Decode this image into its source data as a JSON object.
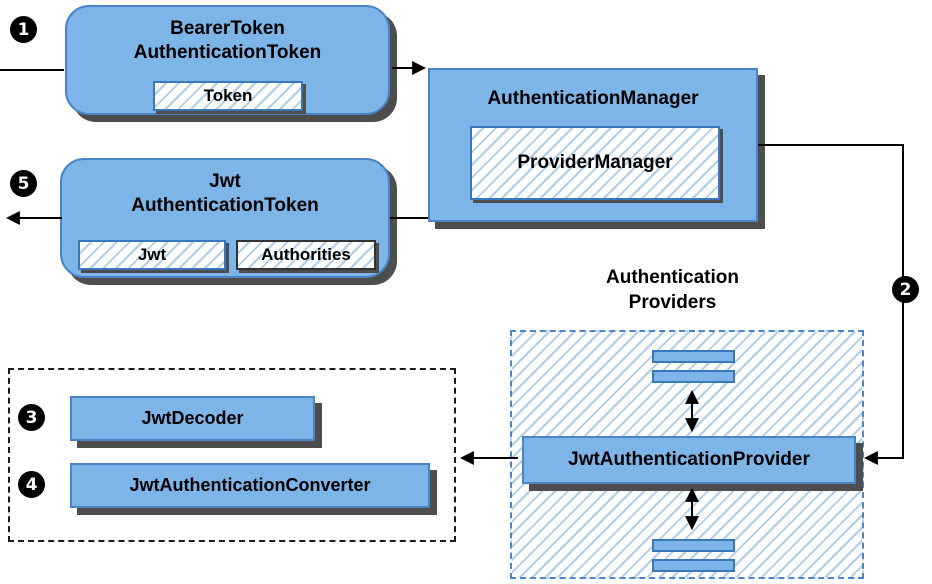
{
  "badges": {
    "step1": "1",
    "step2": "2",
    "step3": "3",
    "step4": "4",
    "step5": "5"
  },
  "bearer_token_box": {
    "title_line1": "BearerToken",
    "title_line2": "AuthenticationToken",
    "token_label": "Token"
  },
  "authentication_manager_box": {
    "title": "AuthenticationManager",
    "provider_manager_label": "ProviderManager"
  },
  "jwt_authentication_token_box": {
    "title_line1": "Jwt",
    "title_line2": "AuthenticationToken",
    "jwt_label": "Jwt",
    "authorities_label": "Authorities"
  },
  "authentication_providers": {
    "heading_line1": "Authentication",
    "heading_line2": "Providers",
    "provider_label": "JwtAuthenticationProvider"
  },
  "converters_box": {
    "jwt_decoder_label": "JwtDecoder",
    "jwt_authentication_converter_label": "JwtAuthenticationConverter"
  },
  "colors": {
    "box_fill": "#7db5e8",
    "box_border": "#4a84c4",
    "hatch_line": "#aecdec",
    "shadow": "#4d4d4d",
    "dashed_border_blue": "#4a86c8",
    "dashed_border_black": "#1a1a1a",
    "connector": "#000000"
  }
}
